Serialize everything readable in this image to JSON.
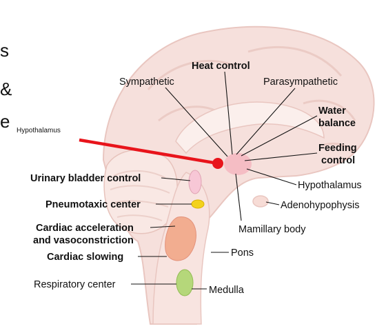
{
  "slide_text": {
    "fragment_1": "s",
    "fragment_2": "&",
    "fragment_3": "e",
    "pointer_label": "Hypothalamus"
  },
  "labels": {
    "heat_control": "Heat control",
    "sympathetic": "Sympathetic",
    "parasympathetic": "Parasympathetic",
    "water_balance_1": "Water",
    "water_balance_2": "balance",
    "feeding_control_1": "Feeding",
    "feeding_control_2": "control",
    "hypothalamus": "Hypothalamus",
    "adenohypophysis": "Adenohypophysis",
    "mamillary_body": "Mamillary body",
    "urinary_bladder_control": "Urinary bladder control",
    "pneumotaxic_center": "Pneumotaxic center",
    "cardiac_acceleration_1": "Cardiac acceleration",
    "cardiac_acceleration_2": "and vasoconstriction",
    "cardiac_slowing": "Cardiac slowing",
    "pons": "Pons",
    "respiratory_center": "Respiratory center",
    "medulla": "Medulla"
  },
  "colors": {
    "brain_tissue": "#f6e0dc",
    "brain_tissue_light": "#fbefec",
    "brain_outline": "#e9c6c0",
    "hypothalamus_fill": "#f4b6c0",
    "pointer_red": "#e8141b",
    "pneumotaxic_yellow": "#f3d21b",
    "cardiac_orange": "#f2ad90",
    "respiratory_green": "#b5d77a"
  }
}
